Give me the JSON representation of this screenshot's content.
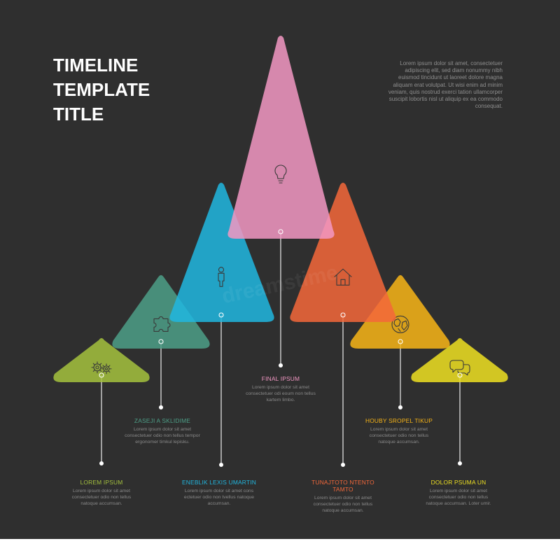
{
  "title": [
    "TIMELINE",
    "TEMPLATE",
    "TITLE"
  ],
  "intro_text": "Lorem ipsum dolor sit amet, consectetuer adipiscing elit, sed diam nonummy nibh euismod tincidunt ut laoreet dolore magna aliquam erat volutpat. Ut wisi enim ad minim veniam, quis nostrud exerci tation ullamcorper suscipit lobortis nisl ut aliquip ex ea commodo consequat.",
  "watermark": "dreamstime",
  "colors": {
    "background": "#2f2f2f",
    "green": "#a4c13e",
    "teal": "#4d9e87",
    "blue": "#21b7e0",
    "pink": "#f297c3",
    "orange": "#f3683a",
    "yellow": "#f7b417",
    "lime": "#eee022"
  },
  "steps": [
    {
      "key": "green",
      "icon": "gears-icon",
      "heading": "LOREM IPSUM",
      "text": "Lorem ipsum dolor sit amet consectetuer odio non tellus natoque accumsan."
    },
    {
      "key": "teal",
      "icon": "puzzle-icon",
      "heading": "ZASEJI A SKLIDIME",
      "text": "Lorem ipsum dolor sit amet consectetuer odio non tellus tempor ergonomer timkul lepisku."
    },
    {
      "key": "blue",
      "icon": "person-icon",
      "heading": "ENEBLIK LEXIS UMARTIN",
      "text": "Lorem ipsum dolor sit amet cons ectetuer odio non tvellus natoque accumsan."
    },
    {
      "key": "pink",
      "icon": "lightbulb-icon",
      "heading": "FINAL IPSUM",
      "text": "Lorem ipsum dolor sit amet consectetuer odi eoum non tellus kartem limbo."
    },
    {
      "key": "orange",
      "icon": "house-icon",
      "heading": "TUNAJTOTO NTENTO TAMTO",
      "text": "Lorem ipsum dolor sit amet consectetuer odio non tellus natoque accumsan."
    },
    {
      "key": "yellow",
      "icon": "globe-icon",
      "heading": "HOUBY SROPEL TIKUP",
      "text": "Lorem ipsum dolor sit amet consectetuer odio non tellus natoque accumsan."
    },
    {
      "key": "lime",
      "icon": "chat-icon",
      "heading": "DOLOR PSUMA UN",
      "text": "Lorem ipsum dolor sit amet consectetuer odio non tellus natoque accumsan. Loter umir."
    }
  ]
}
